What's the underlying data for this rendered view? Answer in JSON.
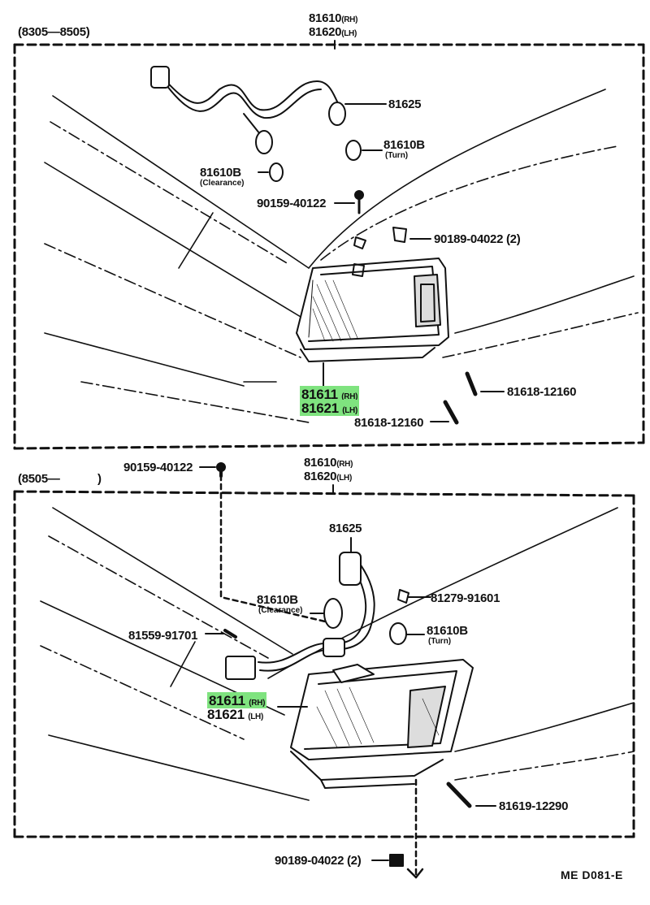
{
  "top": {
    "range": "(8305—8505)",
    "assembly": {
      "rh": "81610",
      "rh_sfx": "(RH)",
      "lh": "81620",
      "lh_sfx": "(LH)"
    },
    "socket_wire": "81625",
    "bulb_turn": {
      "code": "81610B",
      "note": "(Turn)"
    },
    "bulb_clearance": {
      "code": "81610B",
      "note": "(Clearance)"
    },
    "screw": "90159-40122",
    "nut": "90189-04022 (2)",
    "lens_rh": "81611",
    "lens_rh_sfx": "(RH)",
    "lens_lh": "81621",
    "lens_lh_sfx": "(LH)",
    "screw_a": "81618-12160",
    "screw_b": "81618-12160"
  },
  "bottom": {
    "range_start": "(8505—",
    "range_end": ")",
    "screw_top": "90159-40122",
    "assembly": {
      "rh": "81610",
      "rh_sfx": "(RH)",
      "lh": "81620",
      "lh_sfx": "(LH)"
    },
    "socket_wire": "81625",
    "bulb_clearance": {
      "code": "81610B",
      "note": "(Clearance)"
    },
    "clip": "81279-91601",
    "grommet": "81559-91701",
    "bulb_turn": {
      "code": "81610B",
      "note": "(Turn)"
    },
    "lens_rh": "81611",
    "lens_rh_sfx": "(RH)",
    "lens_lh": "81621",
    "lens_lh_sfx": "(LH)",
    "screw": "81619-12290",
    "nut": "90189-04022 (2)"
  },
  "figure_code": "ME  D081-E",
  "colors": {
    "highlight": "#7fe37f",
    "ink": "#111111",
    "background": "#ffffff"
  }
}
